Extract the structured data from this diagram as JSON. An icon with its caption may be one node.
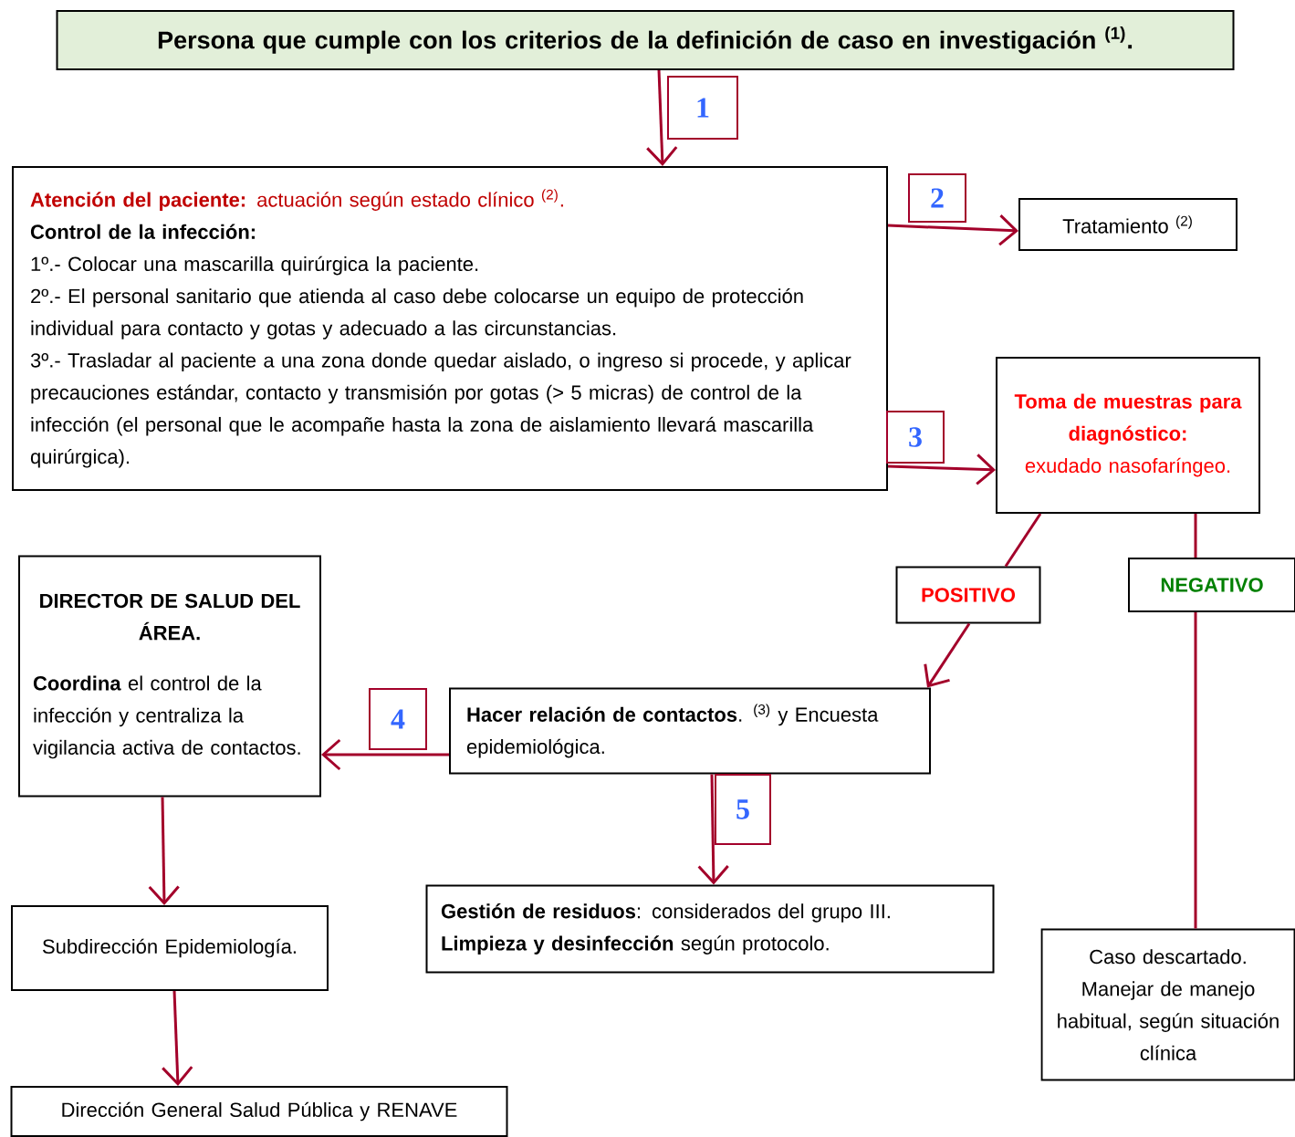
{
  "diagram": {
    "nodes": [
      {
        "text": [
          "Persona que cumple con los criterios de la definición de caso en investigación $^{(1)}$."
        ]
      },
      {
        "text": [
          "**Atención del paciente:** actuación según estado clínico $^{(2)}$.",
          "Control de la infección:",
          "1º.- Colocar una mascarilla quirúrgica la paciente.",
          "2º.- El personal sanitario que atienda al caso debe colocarse un equipo de protección individual para contacto y gotas y adecuado a las circunstancias.",
          "3º.- Trasladar al paciente a una zona donde quedar aislado, o ingreso si procede, y aplicar precauciones estándar, contacto y transmisión por gotas (> 5 micras) de control de la infección (el personal que le acompañe hasta la zona de aislamiento llevará mascarilla quirúrgica)."
        ]
      },
      {
        "text": [
          "Tratamiento $^{(2)}$"
        ]
      },
      {
        "text": [
          "Toma de muestras para diagnóstico:",
          "exudado nasofaríngeo."
        ]
      },
      {
        "text": [
          "POSITIVO"
        ]
      },
      {
        "text": [
          "NEGATIVO"
        ]
      },
      {
        "text": [
          "**Hacer relación de contactos**. $^{(3)}$ y Encuesta epidemiológica."
        ]
      },
      {
        "text": [
          "DIRECTOR DE SALUD DEL ÁREA.",
          "**Coordina** el control de la infección y centraliza la vigilancia activa de contactos."
        ]
      },
      {
        "text": [
          "**Gestión de residuos**: considerados del grupo III.",
          "**Limpieza y desinfección** según protocolo."
        ]
      },
      {
        "text": [
          "Subdirección Epidemiología."
        ]
      },
      {
        "text": [
          "Dirección General Salud Pública y RENAVE"
        ]
      },
      {
        "text": [
          "Caso descartado. Manejar de manejo habitual, según situación clínica"
        ]
      }
    ],
    "edges": [
      {
        "from": 0,
        "to": 1,
        "arrow": "to",
        "label": "1"
      },
      {
        "from": 1,
        "to": 2,
        "arrow": "to",
        "label": "2"
      },
      {
        "from": 1,
        "to": 3,
        "arrow": "to",
        "label": "3"
      },
      {
        "from": 3,
        "to": 4,
        "arrow": "none"
      },
      {
        "from": 4,
        "to": 6,
        "arrow": "to"
      },
      {
        "from": 3,
        "to": 5,
        "arrow": "none"
      },
      {
        "from": 5,
        "to": 11,
        "arrow": "none"
      },
      {
        "from": 6,
        "to": 7,
        "arrow": "to",
        "label": "4"
      },
      {
        "from": 6,
        "to": 8,
        "arrow": "to",
        "label": "5"
      },
      {
        "from": 7,
        "to": 9,
        "arrow": "to"
      },
      {
        "from": 9,
        "to": 10,
        "arrow": "to"
      }
    ]
  }
}
